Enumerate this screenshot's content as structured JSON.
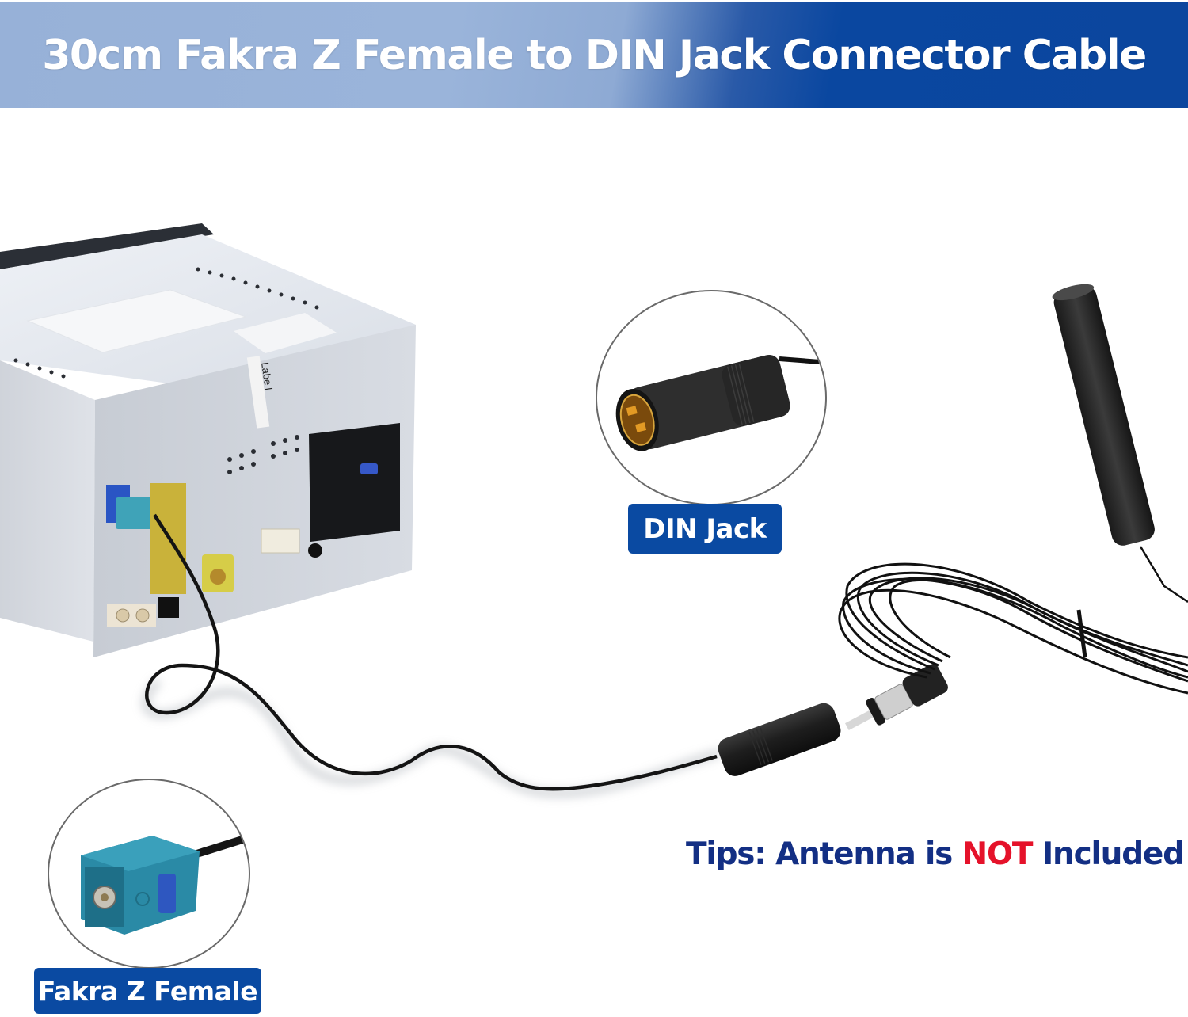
{
  "banner": {
    "title": "30cm Fakra Z Female to DIN Jack Connector Cable",
    "gradient_light": "#9ab4da",
    "gradient_dark": "#0b469e",
    "text_color": "#ffffff"
  },
  "callouts": {
    "din_jack": {
      "label": "DIN Jack",
      "icon": "din-jack-connector-icon"
    },
    "fakra_female": {
      "label": "Fakra Z Female",
      "icon": "fakra-z-female-connector-icon"
    },
    "badge_color": "#0a4aa2"
  },
  "head_unit": {
    "sticker_label": "Labe l"
  },
  "tip": {
    "prefix": "Tips: Antenna is ",
    "emphasis": "NOT",
    "suffix": " Included",
    "text_color": "#132f84",
    "emphasis_color": "#e5122a"
  }
}
